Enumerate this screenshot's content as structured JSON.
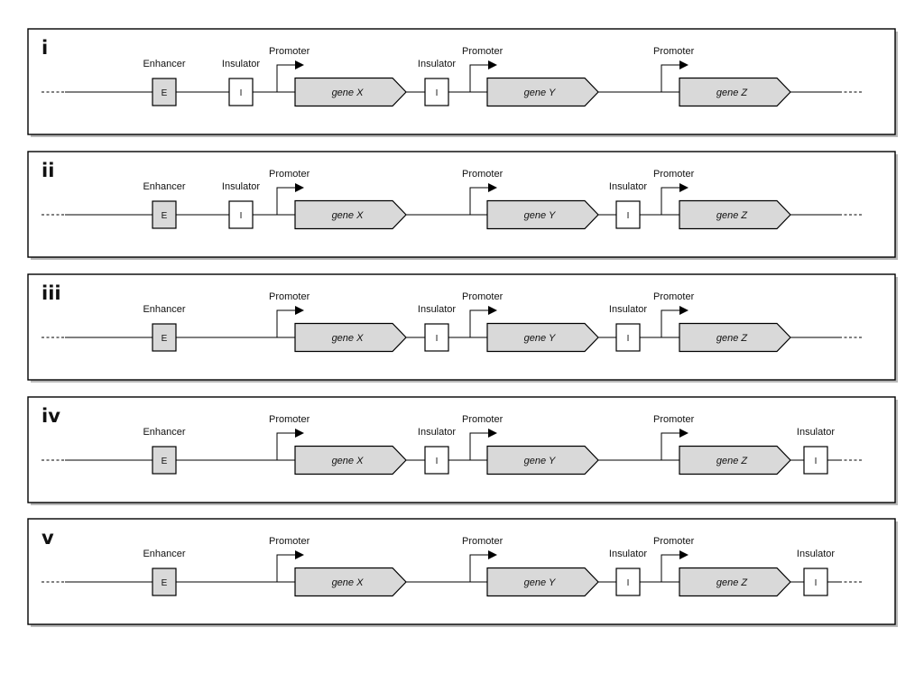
{
  "labels": {
    "enhancer": "Enhancer",
    "insulator": "Insulator",
    "promoter": "Promoter",
    "enhancer_box": "E",
    "insulator_box": "I"
  },
  "colors": {
    "gene_fill": "#d9d9d9",
    "enhancer_fill": "#d9d9d9",
    "insulator_fill": "#ffffff",
    "line": "#000000"
  },
  "panels": [
    {
      "id": "i",
      "genes": [
        "gene X",
        "gene Y",
        "gene Z"
      ],
      "elements": [
        "enhancer",
        "insulator",
        "promoter",
        "gene X",
        "insulator",
        "promoter",
        "gene Y",
        "promoter",
        "gene Z"
      ]
    },
    {
      "id": "ii",
      "genes": [
        "gene X",
        "gene Y",
        "gene Z"
      ],
      "elements": [
        "enhancer",
        "insulator",
        "promoter",
        "gene X",
        "promoter",
        "gene Y",
        "insulator",
        "promoter",
        "gene Z"
      ]
    },
    {
      "id": "iii",
      "genes": [
        "gene X",
        "gene Y",
        "gene Z"
      ],
      "elements": [
        "enhancer",
        "promoter",
        "gene X",
        "insulator",
        "promoter",
        "gene Y",
        "insulator",
        "promoter",
        "gene Z"
      ]
    },
    {
      "id": "iv",
      "genes": [
        "gene X",
        "gene Y",
        "gene Z"
      ],
      "elements": [
        "enhancer",
        "promoter",
        "gene X",
        "insulator",
        "promoter",
        "gene Y",
        "promoter",
        "gene Z",
        "insulator"
      ]
    },
    {
      "id": "v",
      "genes": [
        "gene X",
        "gene Y",
        "gene Z"
      ],
      "elements": [
        "enhancer",
        "promoter",
        "gene X",
        "promoter",
        "gene Y",
        "insulator",
        "promoter",
        "gene Z",
        "insulator"
      ]
    }
  ]
}
